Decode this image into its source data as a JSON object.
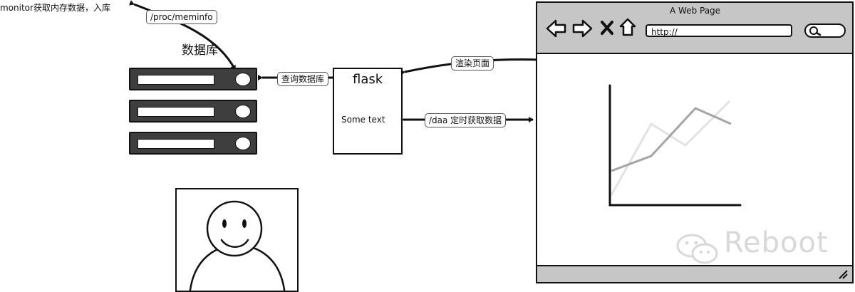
{
  "monitor_label": "monitor获取内存数据，入库",
  "proc_label": "/proc/meminfo",
  "database_title": "数据库",
  "query_label": "查询数据库",
  "flask": {
    "title": "flask",
    "body": "Some text"
  },
  "render_label": "渲染页面",
  "fetch_label": "/daa 定时获取数据",
  "browser": {
    "title": "A Web Page",
    "url": "http://"
  },
  "watermark": "Reboot",
  "colors": {
    "rack": "#3e3e3e",
    "browser_chrome": "#c6c6c6",
    "line_dark": "#a4a4a4",
    "line_light": "#e2e2e2",
    "watermark": "#d8d8d8"
  },
  "icons": [
    "back-arrow-icon",
    "forward-arrow-icon",
    "close-x-icon",
    "home-icon",
    "search-icon",
    "resize-grip-icon",
    "wechat-logo-icon"
  ]
}
